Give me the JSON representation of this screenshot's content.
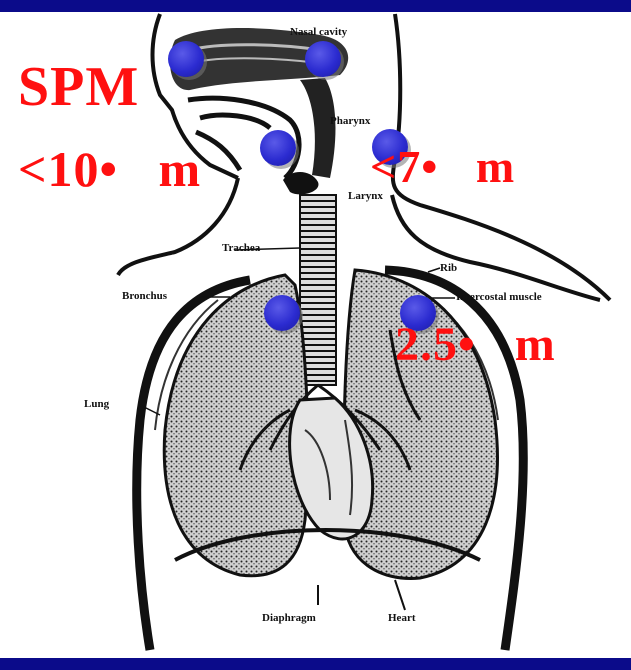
{
  "figure": {
    "anatomy_labels": {
      "nasal_cavity": "Nasal cavity",
      "pharynx": "Pharynx",
      "larynx": "Larynx",
      "trachea": "Trachea",
      "rib": "Rib",
      "bronchus": "Bronchus",
      "intercostal_muscle": "Intercostal muscle",
      "lung": "Lung",
      "diaphragm": "Diaphragm",
      "heart": "Heart"
    },
    "particle_annotations": {
      "spm": "SPM",
      "under_10": "<10•   m",
      "under_7": "<7•   m",
      "size_2_5": "2.5•   m"
    }
  },
  "colors": {
    "frame_bar": "#0b0b8a",
    "annotation_text": "#ff1010",
    "deposition_dot": "#2b2bd0"
  }
}
